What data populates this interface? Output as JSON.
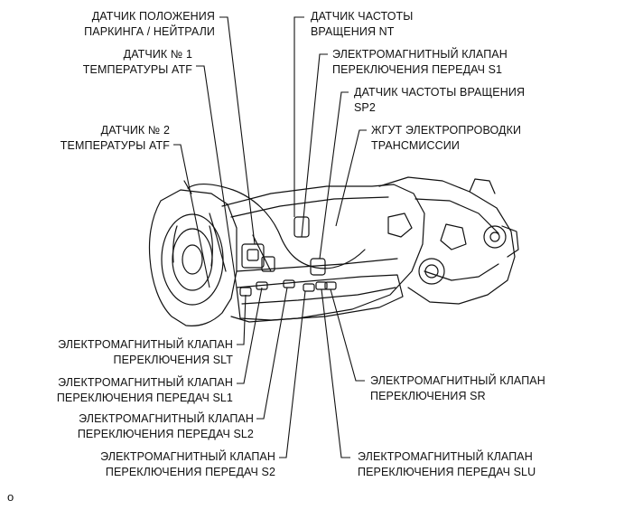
{
  "labels": {
    "park_neutral": "ДАТЧИК ПОЛОЖЕНИЯ\nПАРКИНГА / НЕЙТРАЛИ",
    "atf1": "ДАТЧИК № 1\nТЕМПЕРАТУРЫ ATF",
    "atf2": "ДАТЧИК № 2\nТЕМПЕРАТУРЫ ATF",
    "speed_nt": "ДАТЧИК ЧАСТОТЫ\nВРАЩЕНИЯ NT",
    "solenoid_s1": "ЭЛЕКТРОМАГНИТНЫЙ КЛАПАН\nПЕРЕКЛЮЧЕНИЯ ПЕРЕДАЧ S1",
    "speed_sp2": "ДАТЧИК ЧАСТОТЫ ВРАЩЕНИЯ\nSP2",
    "harness": "ЖГУТ ЭЛЕКТРОПРОВОДКИ\nТРАНСМИССИИ",
    "solenoid_slt": "ЭЛЕКТРОМАГНИТНЫЙ КЛАПАН\nПЕРЕКЛЮЧЕНИЯ SLT",
    "solenoid_sl1": "ЭЛЕКТРОМАГНИТНЫЙ КЛАПАН\nПЕРЕКЛЮЧЕНИЯ ПЕРЕДАЧ SL1",
    "solenoid_sl2": "ЭЛЕКТРОМАГНИТНЫЙ КЛАПАН\nПЕРЕКЛЮЧЕНИЯ ПЕРЕДАЧ SL2",
    "solenoid_s2": "ЭЛЕКТРОМАГНИТНЫЙ КЛАПАН\nПЕРЕКЛЮЧЕНИЯ ПЕРЕДАЧ S2",
    "solenoid_sr": "ЭЛЕКТРОМАГНИТНЫЙ КЛАПАН\nПЕРЕКЛЮЧЕНИЯ SR",
    "solenoid_slu": "ЭЛЕКТРОМАГНИТНЫЙ КЛАПАН\nПЕРЕКЛЮЧЕНИЯ ПЕРЕДАЧ SLU"
  },
  "footer_mark": "o",
  "colors": {
    "line": "#111111",
    "background": "#ffffff"
  }
}
